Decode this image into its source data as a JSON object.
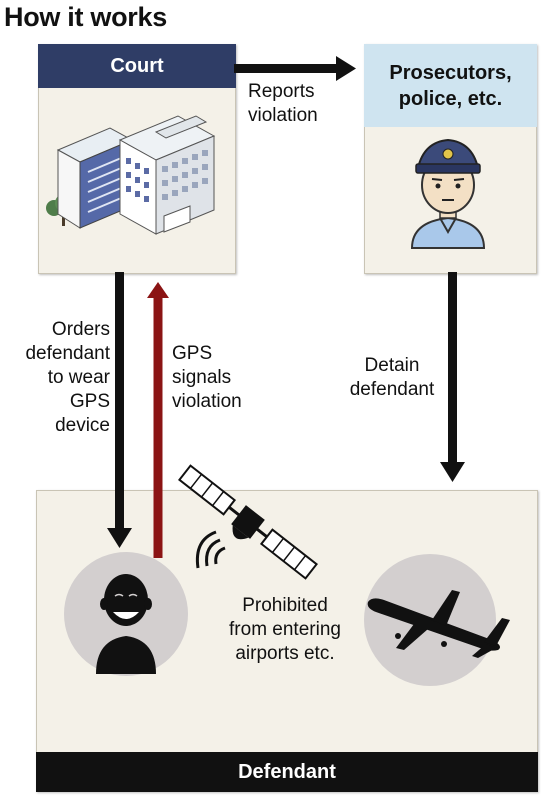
{
  "title": "How it works",
  "court": {
    "label": "Court"
  },
  "prosecutors": {
    "label": "Prosecutors,\npolice, etc."
  },
  "defendant": {
    "label": "Defendant"
  },
  "arrows": {
    "reports": "Reports\nviolation",
    "orders": "Orders\ndefendant\nto wear\nGPS\ndevice",
    "gps": "GPS\nsignals\nviolation",
    "detain": "Detain\ndefendant"
  },
  "prohibited": "Prohibited\nfrom entering\nairports etc.",
  "colors": {
    "court_header": "#2f3d66",
    "prosecutors_header": "#cfe4f0",
    "gps_arrow": "#8b1414",
    "black_arrow": "#111111",
    "panel_bg": "#f4f1e8",
    "circle_bg": "#d3cfcf"
  },
  "icons": [
    "court-building-icon",
    "police-officer-icon",
    "satellite-icon",
    "defendant-silhouette-icon",
    "airplane-icon"
  ]
}
